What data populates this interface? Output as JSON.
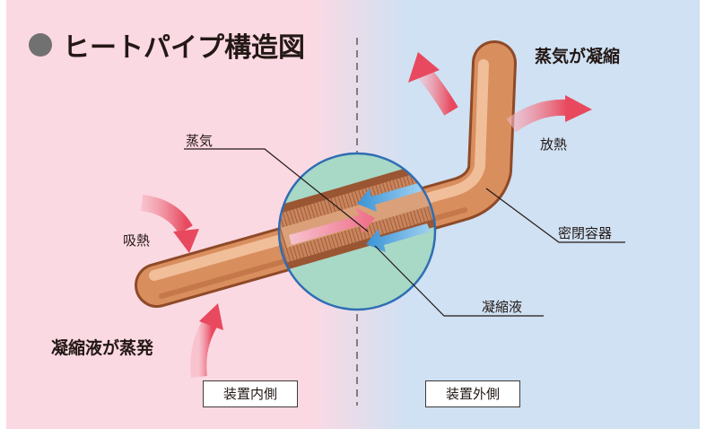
{
  "title": "ヒートパイプ構造図",
  "labels": {
    "vapor": "蒸気",
    "condense": "蒸気が凝縮",
    "heat_release": "放熱",
    "heat_absorb": "吸熱",
    "sealed_container": "密閉容器",
    "condensate": "凝縮液",
    "evaporate": "凝縮液が蒸発",
    "inside": "装置内側",
    "outside": "装置外側"
  },
  "colors": {
    "left_bg": "#fbd9e3",
    "right_bg": "#cfe1f3",
    "pipe": "#d98e5e",
    "lens": "#a8d8c6",
    "lens_border": "#2f6db4",
    "hot_arrow": "#e8495e",
    "cold_arrow": "#4aa1dc"
  }
}
